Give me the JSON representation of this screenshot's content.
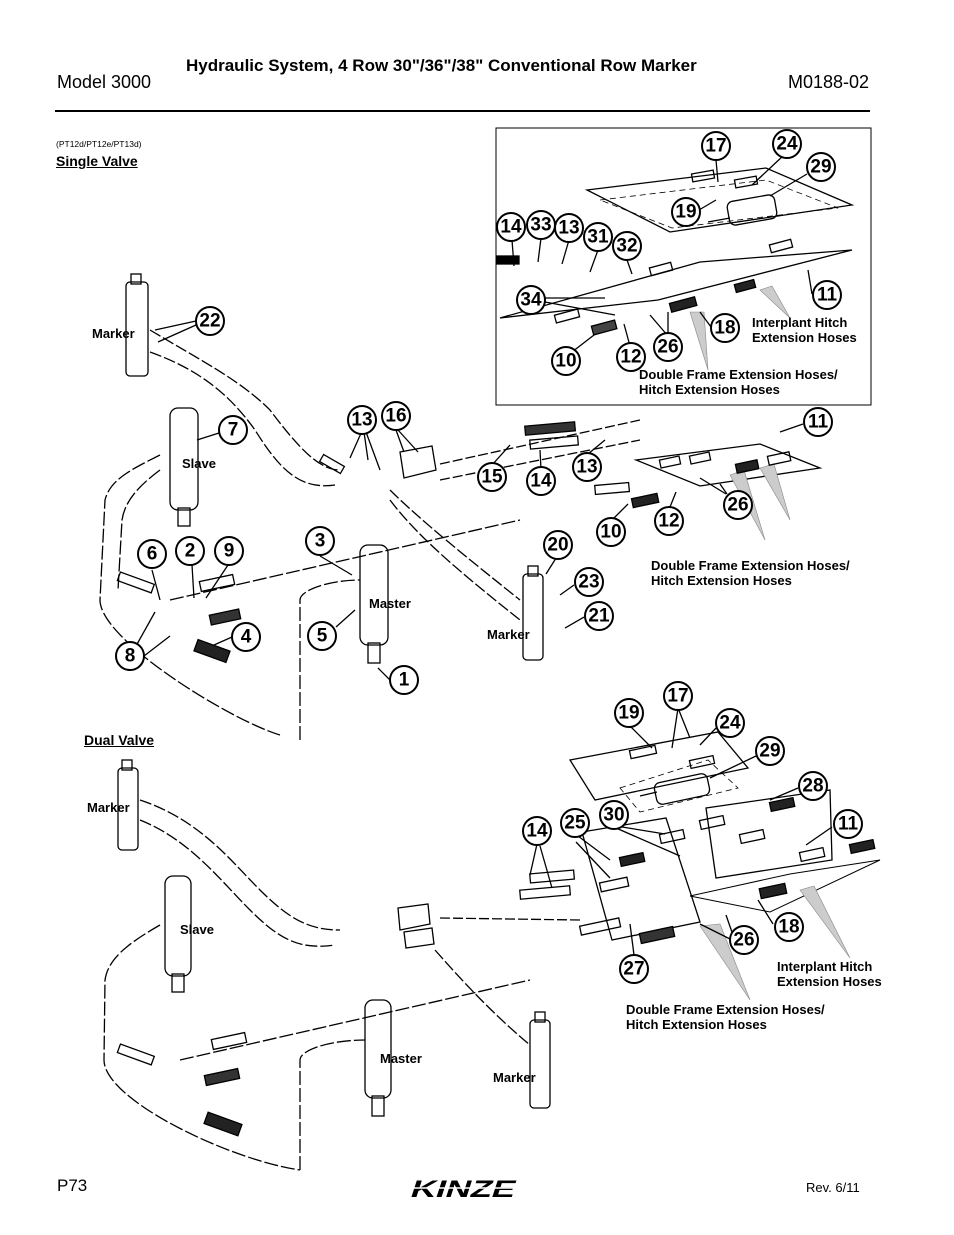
{
  "header": {
    "title": "Hydraulic System, 4 Row 30\"/36\"/38\" Conventional Row Marker",
    "model": "Model 3000",
    "doc_code": "M0188-02"
  },
  "single_valve": {
    "figure_refs": "(PT12d/PT12e/PT13d)",
    "heading": "Single Valve",
    "labels": {
      "marker_left": "Marker",
      "slave": "Slave",
      "master": "Master",
      "marker_right": "Marker",
      "double_frame_1": "Double Frame Extension Hoses/",
      "double_frame_2": "Hitch Extension Hoses",
      "inset_interplant_1": "Interplant Hitch",
      "inset_interplant_2": "Extension Hoses",
      "inset_double_frame_1": "Double Frame Extension Hoses/",
      "inset_double_frame_2": "Hitch Extension Hoses"
    }
  },
  "dual_valve": {
    "heading": "Dual Valve",
    "labels": {
      "marker_left": "Marker",
      "slave": "Slave",
      "master": "Master",
      "marker_right": "Marker",
      "interplant_1": "Interplant Hitch",
      "interplant_2": "Extension Hoses",
      "double_frame_1": "Double Frame Extension Hoses/",
      "double_frame_2": "Hitch Extension Hoses"
    }
  },
  "callouts": {
    "single": [
      "22",
      "7",
      "13",
      "16",
      "11",
      "15",
      "14",
      "13",
      "10",
      "12",
      "26",
      "6",
      "2",
      "9",
      "3",
      "20",
      "23",
      "21",
      "8",
      "4",
      "5",
      "1"
    ],
    "inset": [
      "17",
      "24",
      "29",
      "19",
      "14",
      "33",
      "13",
      "31",
      "32",
      "34",
      "11",
      "18",
      "10",
      "12",
      "26"
    ],
    "dual": [
      "19",
      "17",
      "24",
      "29",
      "28",
      "14",
      "25",
      "30",
      "11",
      "18",
      "26",
      "27"
    ]
  },
  "footer": {
    "page": "P73",
    "logo_text": "KINZE",
    "revision": "Rev. 6/11"
  }
}
